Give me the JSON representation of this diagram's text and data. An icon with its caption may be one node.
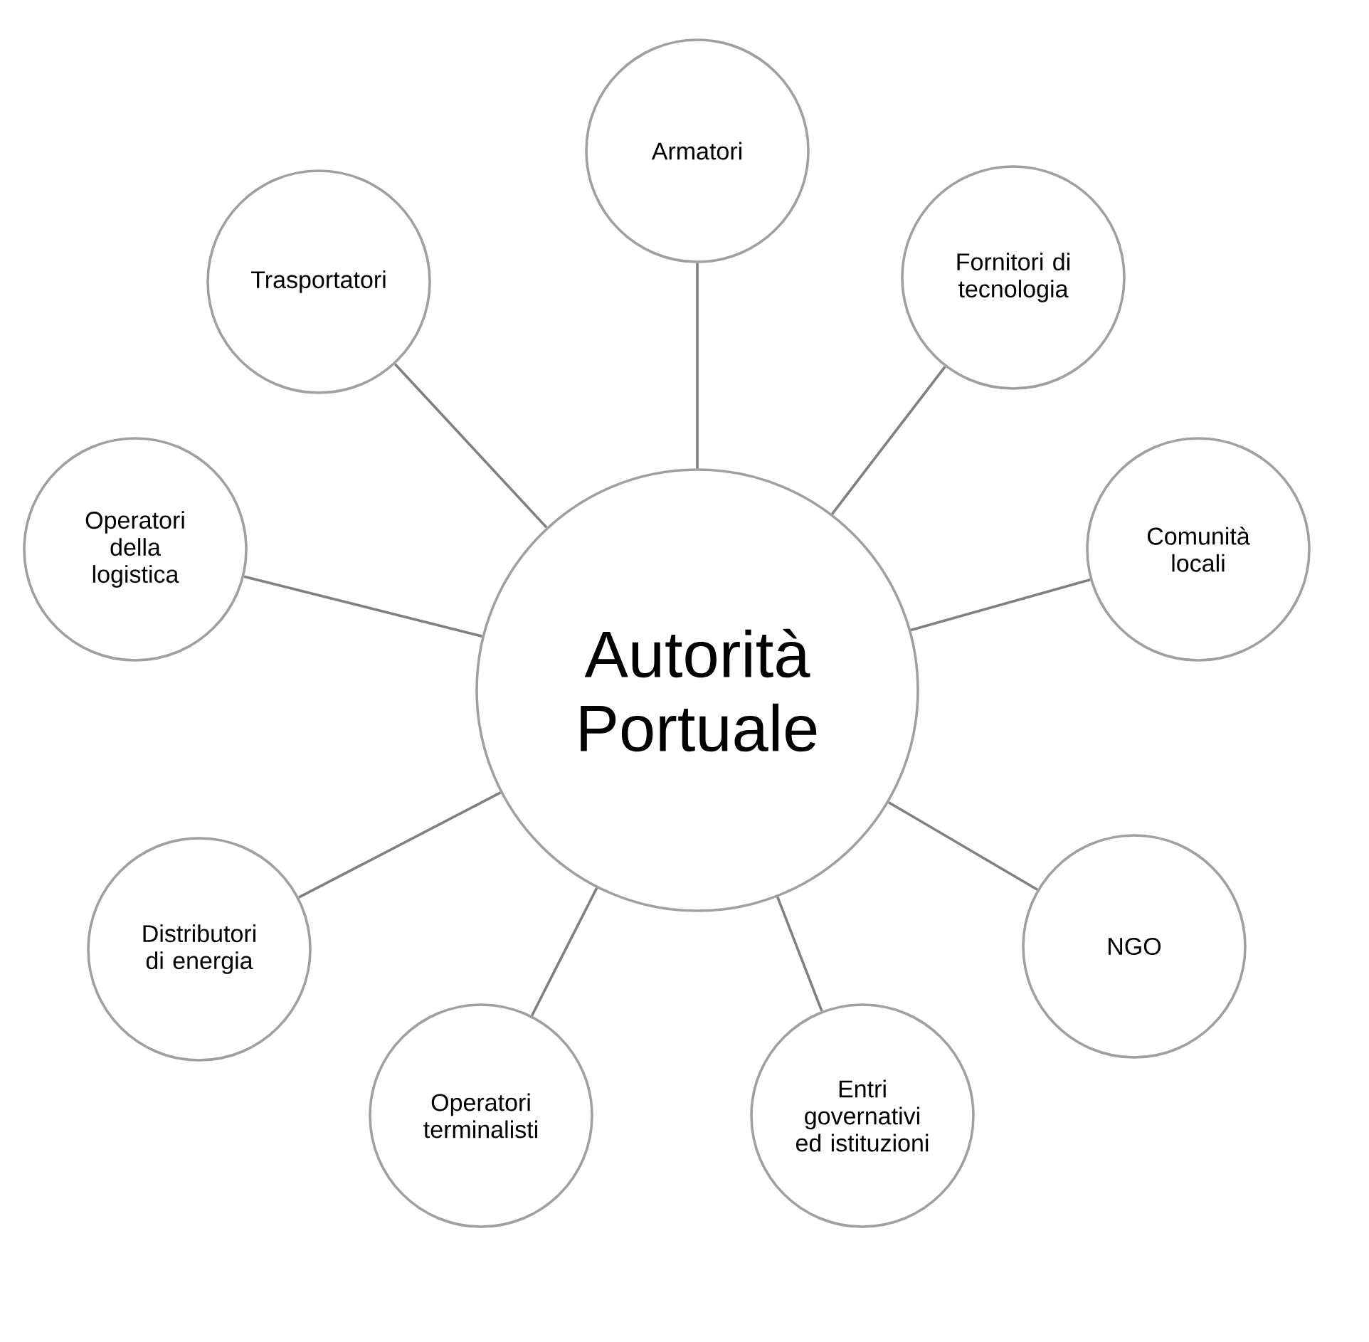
{
  "diagram": {
    "nodes": [
      {
        "text": [
          "Autorità Portuale"
        ]
      },
      {
        "text": [
          "Armatori"
        ]
      },
      {
        "text": [
          "Fornitori di tecnologia"
        ]
      },
      {
        "text": [
          "Comunità locali"
        ]
      },
      {
        "text": [
          "NGO"
        ]
      },
      {
        "text": [
          "Entri governativi ed istituzioni"
        ]
      },
      {
        "text": [
          "Operatori terminalisti"
        ]
      },
      {
        "text": [
          "Distributori di energia"
        ]
      },
      {
        "text": [
          "Operatori della logistica"
        ]
      },
      {
        "text": [
          "Trasportatori"
        ]
      }
    ],
    "edges": [
      {
        "from": 0,
        "to": 1,
        "arrow": "none"
      },
      {
        "from": 0,
        "to": 2,
        "arrow": "none"
      },
      {
        "from": 0,
        "to": 3,
        "arrow": "none"
      },
      {
        "from": 0,
        "to": 4,
        "arrow": "none"
      },
      {
        "from": 0,
        "to": 5,
        "arrow": "none"
      },
      {
        "from": 0,
        "to": 6,
        "arrow": "none"
      },
      {
        "from": 0,
        "to": 7,
        "arrow": "none"
      },
      {
        "from": 0,
        "to": 8,
        "arrow": "none"
      },
      {
        "from": 0,
        "to": 9,
        "arrow": "none"
      }
    ]
  }
}
